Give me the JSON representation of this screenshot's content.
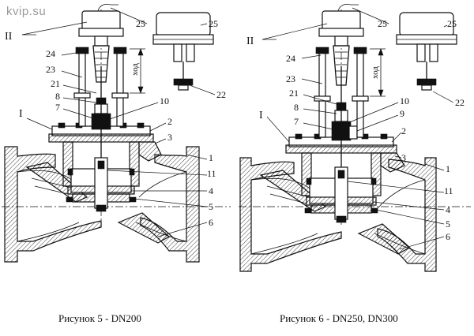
{
  "watermark": "kvip.su",
  "left": {
    "caption": "Рисунок 5 - DN200",
    "roman": [
      "II",
      "I"
    ],
    "travel": "ход",
    "labels": [
      "25",
      "24",
      "23",
      "21",
      "8",
      "7",
      "10",
      "2",
      "3",
      "1",
      "11",
      "4",
      "5",
      "6",
      "25",
      "22"
    ]
  },
  "right": {
    "caption": "Рисунок 6 - DN250, DN300",
    "roman": [
      "II",
      "I"
    ],
    "travel": "ход",
    "labels": [
      "25",
      "24",
      "23",
      "21",
      "8",
      "7",
      "10",
      "9",
      "2",
      "3",
      "1",
      "11",
      "4",
      "5",
      "6",
      "25",
      "22"
    ]
  }
}
